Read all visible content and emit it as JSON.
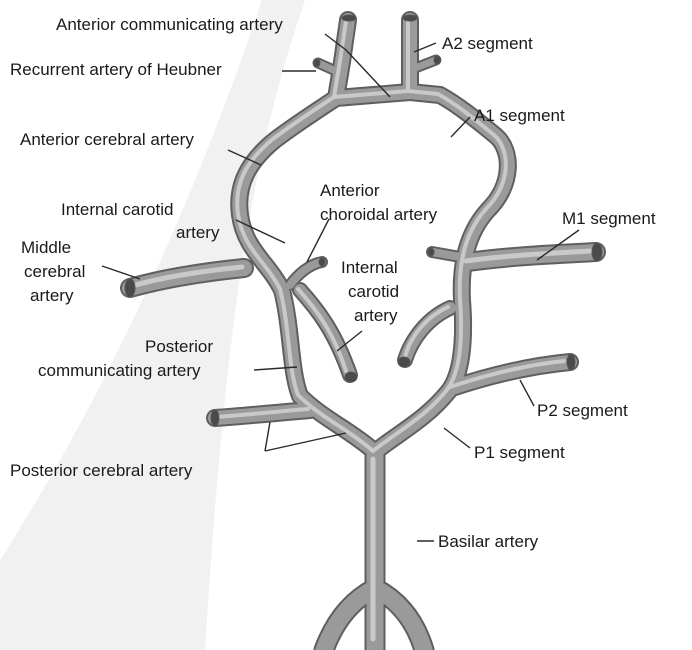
{
  "labels": {
    "anterior_communicating": "Anterior communicating artery",
    "a2_segment": "A2 segment",
    "recurrent_heubner": "Recurrent artery of Heubner",
    "a1_segment": "A1 segment",
    "anterior_cerebral": "Anterior cerebral artery",
    "anterior_choroidal_1": "Anterior",
    "anterior_choroidal_2": "choroidal artery",
    "internal_carotid_left_1": "Internal carotid",
    "internal_carotid_left_2": "artery",
    "m1_segment": "M1 segment",
    "middle_cerebral_1": "Middle",
    "middle_cerebral_2": "cerebral",
    "middle_cerebral_3": "artery",
    "internal_carotid_center_1": "Internal",
    "internal_carotid_center_2": "carotid",
    "internal_carotid_center_3": "artery",
    "posterior_communicating_1": "Posterior",
    "posterior_communicating_2": "communicating artery",
    "p2_segment": "P2 segment",
    "p1_segment": "P1 segment",
    "posterior_cerebral": "Posterior cerebral artery",
    "basilar": "Basilar artery"
  },
  "colors": {
    "vessel_dark": "#5f5f5f",
    "vessel_mid": "#9a9a9a",
    "vessel_light": "#c9c9c9",
    "background_swoosh": "#eeeeee"
  }
}
